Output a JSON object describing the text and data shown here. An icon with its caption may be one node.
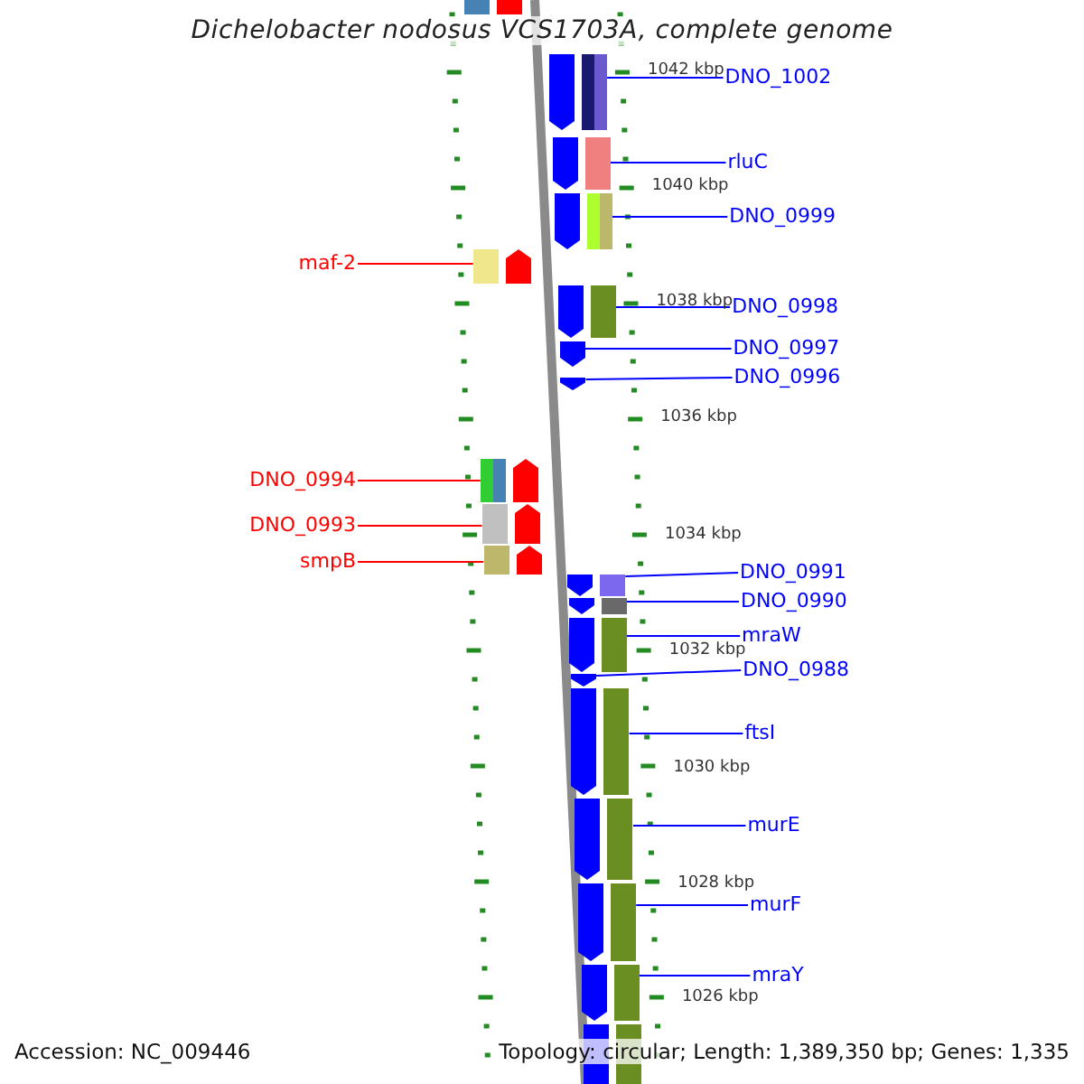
{
  "diagram": {
    "title": "Dichelobacter nodosus VCS1703A, complete genome",
    "nodes": [
      {
        "text": [],
        "shape": "arrow"
      },
      {
        "text": [
          "DNO_1002"
        ]
      },
      {
        "text": [],
        "shape": "arrow"
      },
      {
        "text": [
          "rluC"
        ]
      },
      {
        "text": [],
        "shape": "arrow"
      },
      {
        "text": [
          "DNO_0999"
        ]
      },
      {
        "text": [],
        "shape": "arrow"
      },
      {
        "text": [
          "maf-2"
        ]
      },
      {
        "text": [],
        "shape": "arrow"
      },
      {
        "text": [
          "DNO_0998"
        ]
      },
      {
        "text": [],
        "shape": "arrow"
      },
      {
        "text": [
          "DNO_0997"
        ]
      },
      {
        "text": [],
        "shape": "arrow"
      },
      {
        "text": [
          "DNO_0996"
        ]
      },
      {
        "text": [],
        "shape": "arrow"
      },
      {
        "text": [
          "DNO_0994"
        ]
      },
      {
        "text": [],
        "shape": "arrow"
      },
      {
        "text": [
          "DNO_0993"
        ]
      },
      {
        "text": [],
        "shape": "arrow"
      },
      {
        "text": [
          "smpB"
        ]
      },
      {
        "text": [],
        "shape": "arrow"
      },
      {
        "text": [
          "DNO_0991"
        ]
      },
      {
        "text": [],
        "shape": "arrow"
      },
      {
        "text": [
          "DNO_0990"
        ]
      },
      {
        "text": [],
        "shape": "arrow"
      },
      {
        "text": [
          "mraW"
        ]
      },
      {
        "text": [],
        "shape": "arrow"
      },
      {
        "text": [
          "DNO_0988"
        ]
      },
      {
        "text": [],
        "shape": "arrow"
      },
      {
        "text": [
          "ftsI"
        ]
      },
      {
        "text": [],
        "shape": "arrow"
      },
      {
        "text": [
          "murE"
        ]
      },
      {
        "text": [],
        "shape": "arrow"
      },
      {
        "text": [
          "murF"
        ]
      },
      {
        "text": [],
        "shape": "arrow"
      },
      {
        "text": [
          "mraY"
        ]
      },
      {
        "text": [],
        "shape": "arrow"
      },
      {
        "text": [],
        "shape": "arrow"
      }
    ],
    "edges": [
      {
        "from": 1,
        "to": 2,
        "arrow": "none"
      },
      {
        "from": 3,
        "to": 4,
        "arrow": "none"
      },
      {
        "from": 5,
        "to": 6,
        "arrow": "none"
      },
      {
        "from": 7,
        "to": 8,
        "arrow": "none",
        "color": "#ff0000"
      },
      {
        "from": 9,
        "to": 10,
        "arrow": "none"
      },
      {
        "from": 11,
        "to": 12,
        "arrow": "none"
      },
      {
        "from": 13,
        "to": 14,
        "arrow": "none"
      },
      {
        "from": 15,
        "to": 16,
        "arrow": "none",
        "color": "#ff0000"
      },
      {
        "from": 17,
        "to": 18,
        "arrow": "none",
        "color": "#ff0000"
      },
      {
        "from": 19,
        "to": 20,
        "arrow": "none",
        "color": "#ff0000"
      },
      {
        "from": 21,
        "to": 22,
        "arrow": "none"
      },
      {
        "from": 23,
        "to": 24,
        "arrow": "none"
      },
      {
        "from": 25,
        "to": 26,
        "arrow": "none"
      },
      {
        "from": 27,
        "to": 28,
        "arrow": "none"
      },
      {
        "from": 29,
        "to": 30,
        "arrow": "none"
      },
      {
        "from": 31,
        "to": 32,
        "arrow": "none"
      },
      {
        "from": 33,
        "to": 34,
        "arrow": "none"
      },
      {
        "from": 35,
        "to": 36,
        "arrow": "none"
      }
    ],
    "labels": [
      "1042 kbp",
      "1040 kbp",
      "1038 kbp",
      "1036 kbp",
      "1034 kbp",
      "1032 kbp",
      "1030 kbp",
      "1028 kbp",
      "1026 kbp",
      "Accession: NC_009446",
      "Topology: circular; Length: 1,389,350 bp; Genes: 1,335"
    ]
  }
}
